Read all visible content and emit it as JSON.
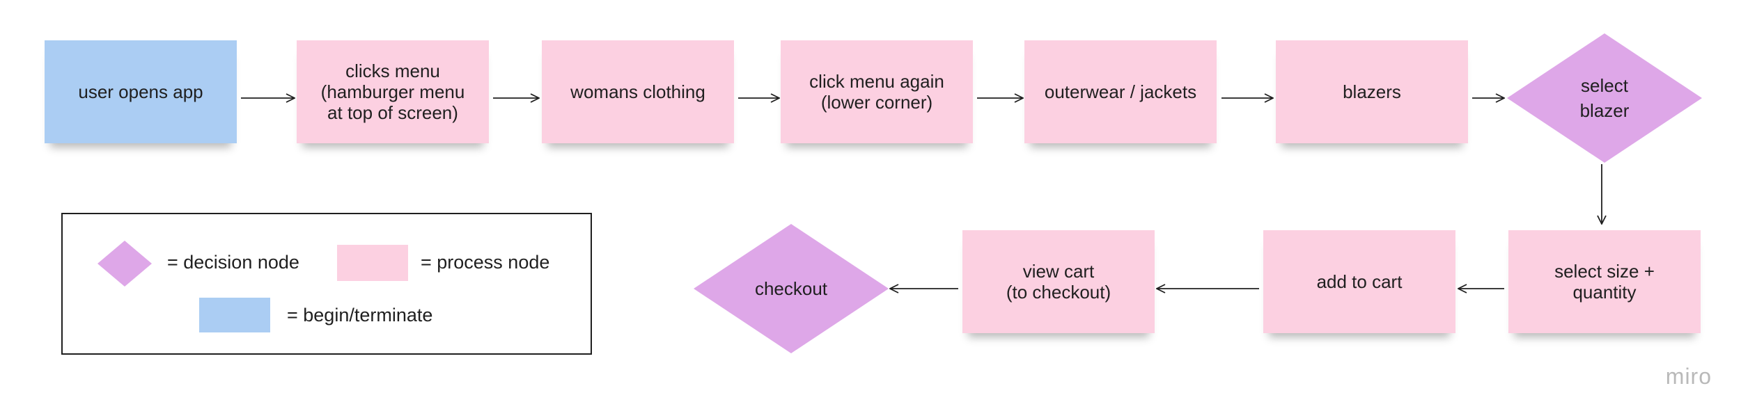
{
  "nodes": {
    "start": "user opens app",
    "clicks_menu": "clicks menu\n(hamburger menu\nat top of screen)",
    "womans_clothing": "womans clothing",
    "click_menu_again": "click menu again\n(lower corner)",
    "outerwear": "outerwear / jackets",
    "blazers": "blazers",
    "select_blazer": "select\nblazer",
    "select_size": "select size +\nquantity",
    "add_to_cart": "add to cart",
    "view_cart": "view cart\n(to checkout)",
    "checkout": "checkout"
  },
  "legend": {
    "decision": "= decision node",
    "process": "= process node",
    "terminal": "= begin/terminate"
  },
  "watermark": "miro",
  "colors": {
    "begin_terminate": "#abcdf3",
    "process": "#fcd0e1",
    "decision": "#dea7e8",
    "line": "#1f1f1f"
  }
}
